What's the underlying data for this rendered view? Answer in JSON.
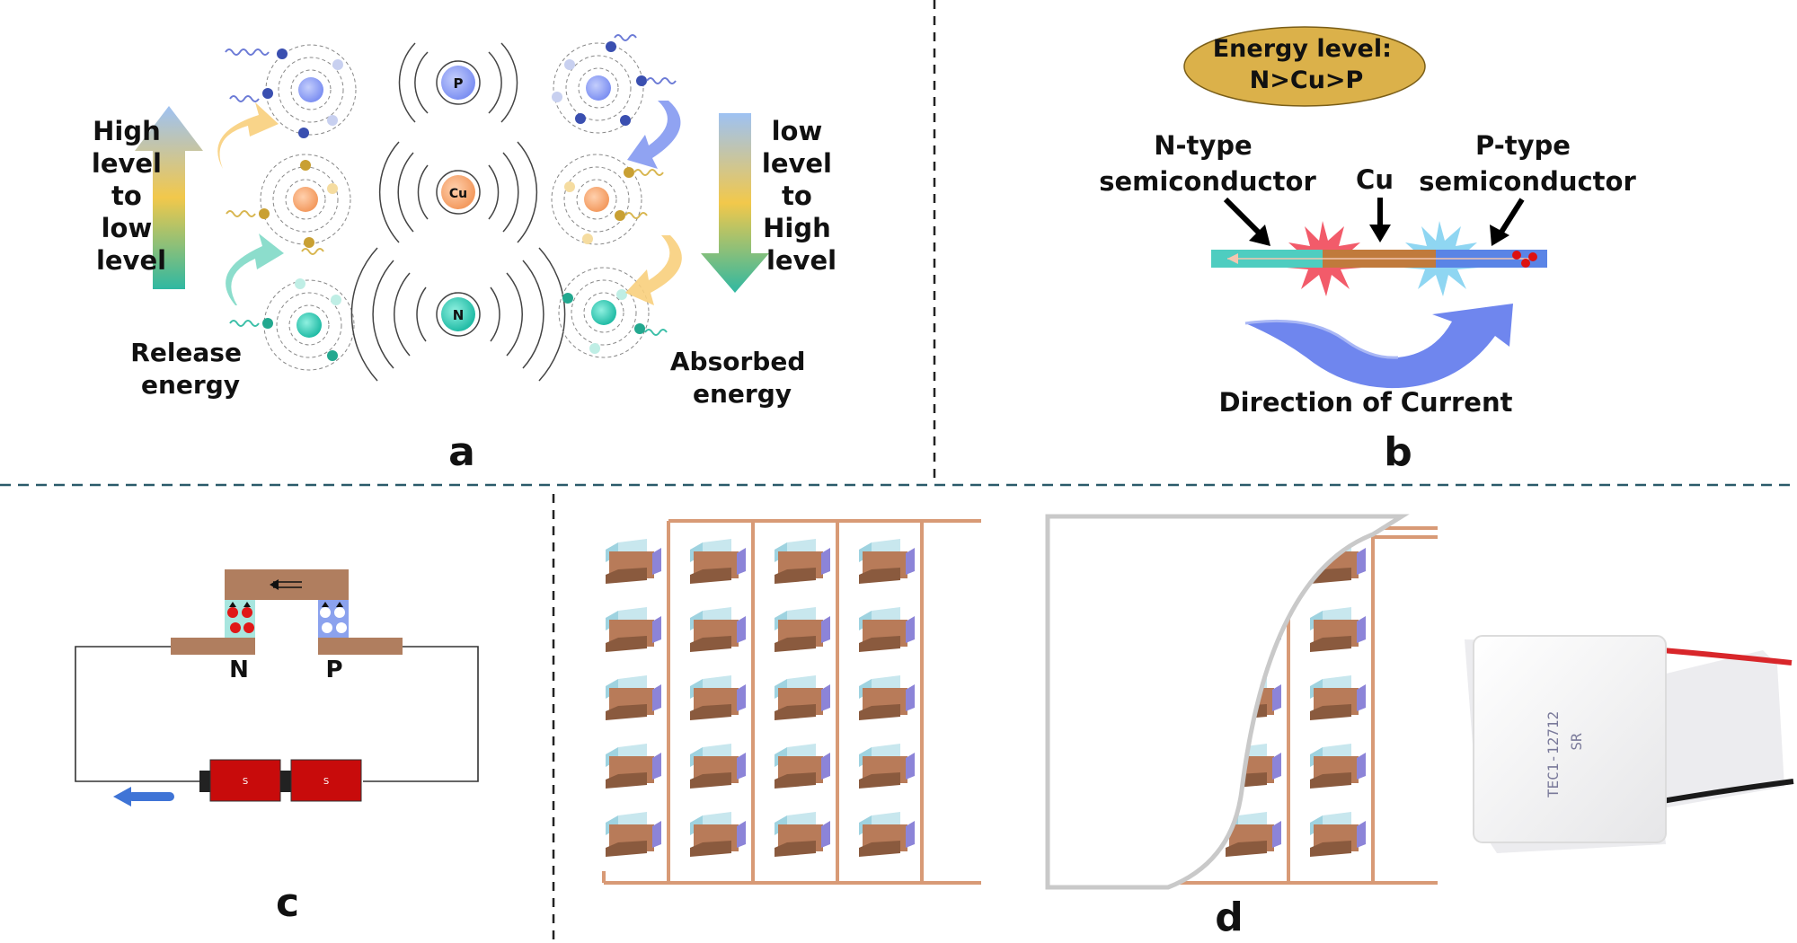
{
  "panel_a": {
    "letter": "a",
    "left_arrow_lines": [
      "High",
      "level",
      "to",
      "low",
      "level"
    ],
    "release_lines": [
      "Release",
      "energy"
    ],
    "right_arrow_lines": [
      "low",
      "level",
      "to",
      "High",
      "level"
    ],
    "absorbed_lines": [
      "Absorbed",
      "energy"
    ],
    "atoms": [
      {
        "symbol": "P",
        "color": "#8a9cf5"
      },
      {
        "symbol": "Cu",
        "color": "#f5a26a"
      },
      {
        "symbol": "N",
        "color": "#2fc6b0"
      }
    ]
  },
  "panel_b": {
    "letter": "b",
    "bubble_line1": "Energy level:",
    "bubble_line2": "N>Cu>P",
    "n_type_line1": "N-type",
    "n_type_line2": "semiconductor",
    "cu_label": "Cu",
    "p_type_line1": "P-type",
    "p_type_line2": "semiconductor",
    "current_label": "Direction of Current",
    "colors": {
      "bubble": "#dbb14a",
      "n_bar": "#4ecdc0",
      "cu_bar": "#c07a3c",
      "p_bar": "#5a84e6",
      "ribbon": "#6f86ee"
    }
  },
  "panel_c": {
    "letter": "c",
    "n_label": "N",
    "p_label": "P",
    "battery_label_1": "S",
    "battery_label_2": "S",
    "colors": {
      "copper": "#b07e5f",
      "battery": "#c80b0b",
      "arrow": "#3f74d6"
    }
  },
  "panel_d": {
    "letter": "d",
    "module_print_1": "TEC1-12712",
    "module_print_2": "SR"
  }
}
